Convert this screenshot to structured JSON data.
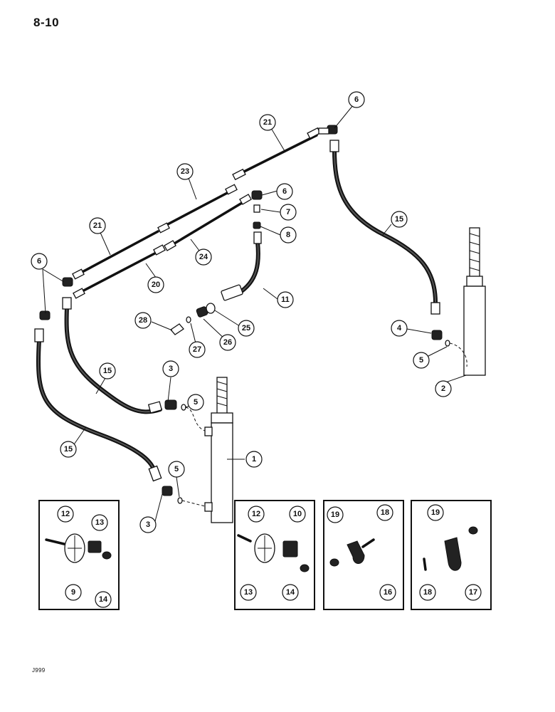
{
  "page": {
    "number": "8-10",
    "code": "J999"
  },
  "callouts": [
    "1",
    "2",
    "3",
    "3",
    "4",
    "5",
    "5",
    "5",
    "6",
    "6",
    "6",
    "7",
    "8",
    "9",
    "10",
    "11",
    "12",
    "12",
    "13",
    "13",
    "14",
    "14",
    "15",
    "15",
    "15",
    "15",
    "16",
    "17",
    "18",
    "18",
    "19",
    "19",
    "20",
    "21",
    "21",
    "23",
    "24",
    "25",
    "26",
    "27",
    "28"
  ]
}
